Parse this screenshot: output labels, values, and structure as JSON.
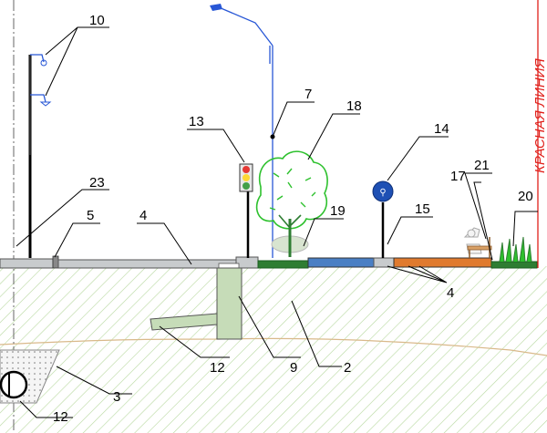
{
  "callouts": {
    "c10": "10",
    "c7": "7",
    "c18": "18",
    "c13": "13",
    "c14": "14",
    "c21": "21",
    "c17": "17",
    "c20": "20",
    "c23": "23",
    "c5": "5",
    "c4a": "4",
    "c19": "19",
    "c15": "15",
    "c4b": "4",
    "c12a": "12",
    "c9": "9",
    "c2": "2",
    "c3": "3",
    "c12b": "12"
  },
  "red_line_label": "КРАСНАЯ ЛИНИЯ",
  "colors": {
    "hatch": "#b8d8a0",
    "road": "#c8cbcd",
    "lawn": "#2e7d32",
    "bike_path": "#4a7fc4",
    "walk_path": "#e07a2e",
    "well": "#c6dcb8",
    "lamp_blue": "#2857d6",
    "red_line": "#e0201b",
    "soil_line": "#d9b98a"
  },
  "icons": [
    "street-lamp-icon",
    "traffic-light-icon",
    "tree-icon",
    "road-sign-icon",
    "bench-person-icon",
    "grass-icon",
    "pipe-icon"
  ]
}
